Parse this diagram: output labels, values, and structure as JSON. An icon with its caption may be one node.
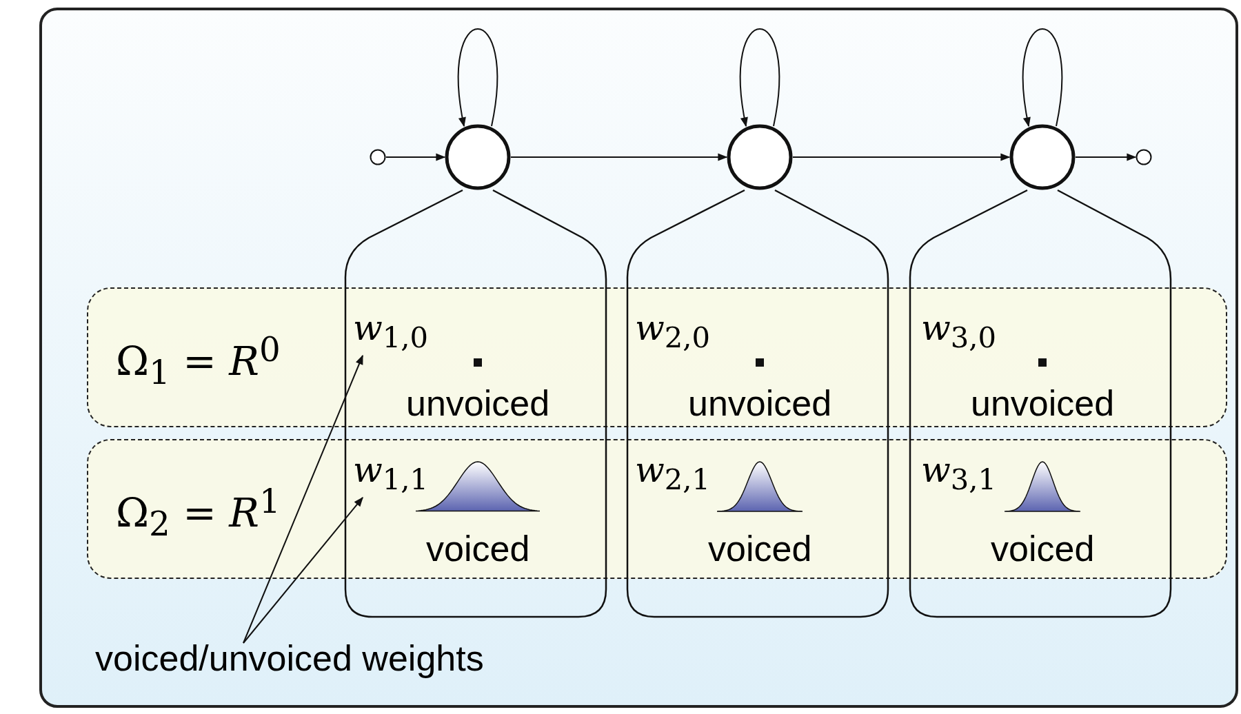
{
  "diagram": {
    "nodes": [
      {
        "text": [],
        "shape": "circle"
      },
      {
        "text": [],
        "shape": "circle"
      },
      {
        "text": [],
        "shape": "circle"
      },
      {
        "text": [],
        "shape": "circle"
      },
      {
        "text": [],
        "shape": "circle"
      },
      {
        "text": [
          "Ω$_{1}$ = *R*$^{0}$"
        ]
      },
      {
        "text": [
          "Ω$_{2}$ = *R*$^{1}$"
        ]
      },
      {
        "text": [],
        "shape": "box"
      },
      {
        "text": [],
        "shape": "box"
      },
      {
        "text": [],
        "shape": "box"
      },
      {
        "text": [
          "*w*$_{1,0}$"
        ]
      },
      {
        "text": [
          "*w*$_{2,0}$"
        ]
      },
      {
        "text": [
          "*w*$_{3,0}$"
        ]
      },
      {
        "text": [
          "*w*$_{1,1}$"
        ]
      },
      {
        "text": [
          "*w*$_{2,1}$"
        ]
      },
      {
        "text": [
          "*w*$_{3,1}$"
        ]
      },
      {
        "text": [
          "voiced/unvoiced weights"
        ]
      }
    ],
    "edges": [
      {
        "from": 0,
        "to": 1,
        "arrow": "to"
      },
      {
        "from": 1,
        "to": 1,
        "arrow": "to"
      },
      {
        "from": 1,
        "to": 2,
        "arrow": "to"
      },
      {
        "from": 2,
        "to": 2,
        "arrow": "to"
      },
      {
        "from": 2,
        "to": 3,
        "arrow": "to"
      },
      {
        "from": 3,
        "to": 3,
        "arrow": "to"
      },
      {
        "from": 3,
        "to": 4,
        "arrow": "to"
      },
      {
        "from": 16,
        "to": 10,
        "arrow": "to"
      },
      {
        "from": 16,
        "to": 13,
        "arrow": "to"
      }
    ],
    "labels": [
      "unvoiced",
      "unvoiced",
      "unvoiced",
      "voiced",
      "voiced",
      "voiced"
    ]
  }
}
